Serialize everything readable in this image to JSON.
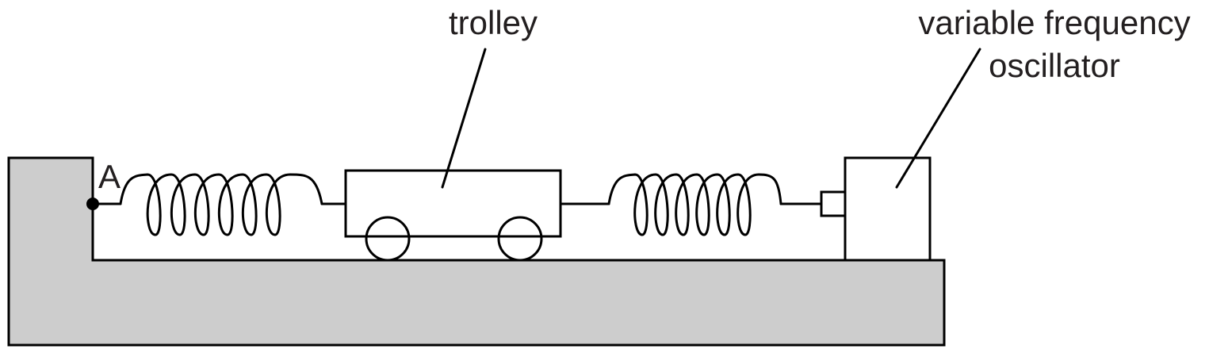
{
  "labels": {
    "point": "A",
    "trolley": "trolley",
    "oscillator_line1": "variable frequency",
    "oscillator_line2": "oscillator"
  },
  "colors": {
    "base_fill": "#cdcdcd",
    "stroke": "#000000",
    "text": "#231f20",
    "background": "#ffffff"
  }
}
